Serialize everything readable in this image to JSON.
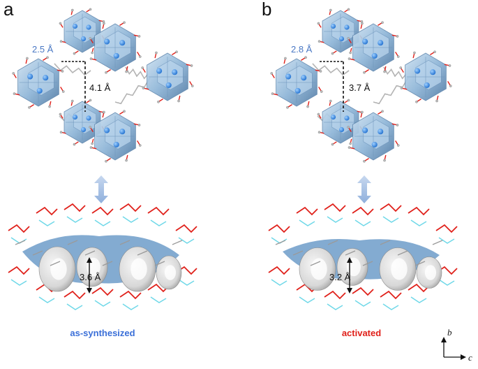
{
  "panels": [
    {
      "letter": "a",
      "top_distance_1": "2.5 Å",
      "top_distance_2": "4.1 Å",
      "bottom_distance": "3.6 Å",
      "caption": "as-synthesized",
      "caption_color": "#3a6fd8"
    },
    {
      "letter": "b",
      "top_distance_1": "2.8 Å",
      "top_distance_2": "3.7 Å",
      "bottom_distance": "3.2 Å",
      "caption": "activated",
      "caption_color": "#e0201a"
    }
  ],
  "axes": {
    "vertical": "b",
    "horizontal": "c"
  },
  "colors": {
    "polyhedron": "#8fb6d8",
    "polyhedron_dark": "#5f86ad",
    "metal_node": "#3f8fe0",
    "oxygen_bond": "#e0201a",
    "cyan_bond": "#6fd8e8",
    "arrow_fill": "#a9c3e6"
  }
}
